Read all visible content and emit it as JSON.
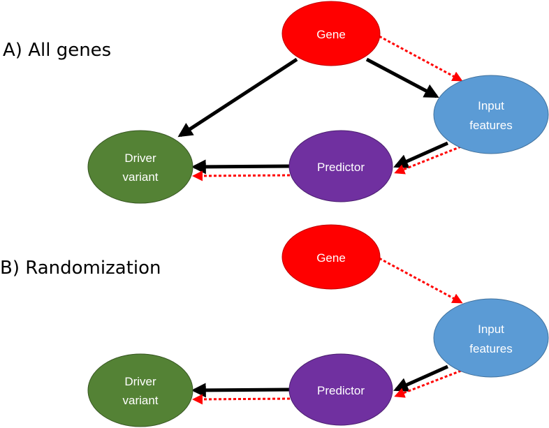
{
  "panels": [
    {
      "label": "A) All genes",
      "nodes": {
        "gene": {
          "text": [
            "Gene"
          ],
          "fill": "#ff0000"
        },
        "input": {
          "text": [
            "Input",
            "features"
          ],
          "fill": "#5b9bd5"
        },
        "predictor": {
          "text": [
            "Predictor"
          ],
          "fill": "#7030a0"
        },
        "driver": {
          "text": [
            "Driver",
            "variant"
          ],
          "fill": "#548235"
        }
      }
    },
    {
      "label": "B) Randomization",
      "nodes": {
        "gene": {
          "text": [
            "Gene"
          ],
          "fill": "#ff0000"
        },
        "input": {
          "text": [
            "Input",
            "features"
          ],
          "fill": "#5b9bd5"
        },
        "predictor": {
          "text": [
            "Predictor"
          ],
          "fill": "#7030a0"
        },
        "driver": {
          "text": [
            "Driver",
            "variant"
          ],
          "fill": "#548235"
        }
      }
    }
  ],
  "colors": {
    "solid_arrow": "#000000",
    "dotted_arrow": "#ff0000",
    "node_outline": "#41719c"
  }
}
